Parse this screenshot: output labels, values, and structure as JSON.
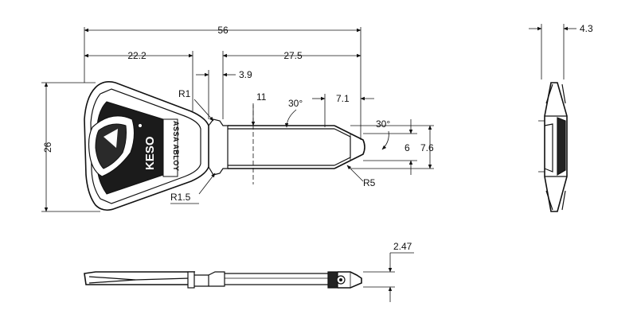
{
  "drawing": {
    "dimensions": {
      "overall_length": "56",
      "bow_length": "22.2",
      "blade_length": "27.5",
      "shoulder_gap": "3.9",
      "radius_upper": "R1",
      "blade_width": "11",
      "angle_upper": "30°",
      "tip_taper": "7.1",
      "angle_tip": "30°",
      "tip_width": "6",
      "tip_outer_width": "7.6",
      "radius_tip": "R5",
      "bow_height": "26",
      "radius_lower": "R1.5",
      "side_thickness": "4.3",
      "bottom_thickness": "2.47"
    },
    "logo": {
      "brand": "KESO",
      "subbrand": "ASSA ABLOY"
    }
  }
}
